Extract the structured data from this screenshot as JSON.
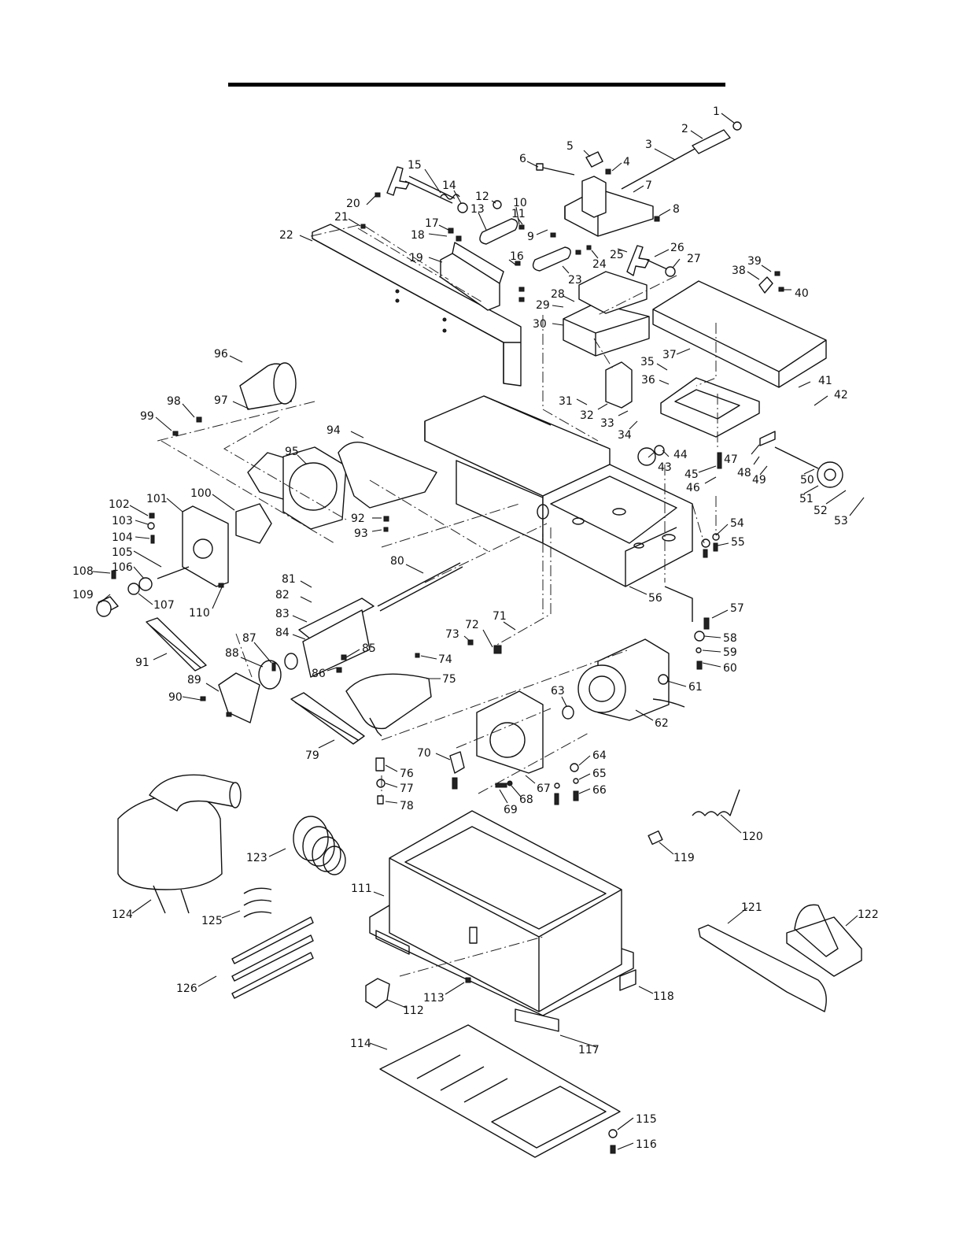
{
  "page": {
    "background": "#ffffff",
    "ink": "#111111"
  },
  "labels": [
    {
      "id": "1",
      "text": "1"
    },
    {
      "id": "2",
      "text": "2"
    },
    {
      "id": "3",
      "text": "3"
    },
    {
      "id": "4",
      "text": "4"
    },
    {
      "id": "5",
      "text": "5"
    },
    {
      "id": "6",
      "text": "6"
    },
    {
      "id": "7",
      "text": "7"
    },
    {
      "id": "8",
      "text": "8"
    },
    {
      "id": "9",
      "text": "9"
    },
    {
      "id": "10",
      "text": "10"
    },
    {
      "id": "11",
      "text": "11"
    },
    {
      "id": "12",
      "text": "12"
    },
    {
      "id": "13",
      "text": "13"
    },
    {
      "id": "14",
      "text": "14"
    },
    {
      "id": "15",
      "text": "15"
    },
    {
      "id": "16",
      "text": "16"
    },
    {
      "id": "17",
      "text": "17"
    },
    {
      "id": "18",
      "text": "18"
    },
    {
      "id": "19",
      "text": "19"
    },
    {
      "id": "20",
      "text": "20"
    },
    {
      "id": "21",
      "text": "21"
    },
    {
      "id": "22",
      "text": "22"
    },
    {
      "id": "23",
      "text": "23"
    },
    {
      "id": "24",
      "text": "24"
    },
    {
      "id": "25",
      "text": "25"
    },
    {
      "id": "26",
      "text": "26"
    },
    {
      "id": "27",
      "text": "27"
    },
    {
      "id": "28",
      "text": "28"
    },
    {
      "id": "29",
      "text": "29"
    },
    {
      "id": "30",
      "text": "30"
    },
    {
      "id": "31",
      "text": "31"
    },
    {
      "id": "32",
      "text": "32"
    },
    {
      "id": "33",
      "text": "33"
    },
    {
      "id": "34",
      "text": "34"
    },
    {
      "id": "35",
      "text": "35"
    },
    {
      "id": "36",
      "text": "36"
    },
    {
      "id": "37",
      "text": "37"
    },
    {
      "id": "38",
      "text": "38"
    },
    {
      "id": "39",
      "text": "39"
    },
    {
      "id": "40",
      "text": "40"
    },
    {
      "id": "41",
      "text": "41"
    },
    {
      "id": "42",
      "text": "42"
    },
    {
      "id": "43",
      "text": "43"
    },
    {
      "id": "44",
      "text": "44"
    },
    {
      "id": "45",
      "text": "45"
    },
    {
      "id": "46",
      "text": "46"
    },
    {
      "id": "47",
      "text": "47"
    },
    {
      "id": "48",
      "text": "48"
    },
    {
      "id": "49",
      "text": "49"
    },
    {
      "id": "50",
      "text": "50"
    },
    {
      "id": "51",
      "text": "51"
    },
    {
      "id": "52",
      "text": "52"
    },
    {
      "id": "53",
      "text": "53"
    },
    {
      "id": "54",
      "text": "54"
    },
    {
      "id": "55",
      "text": "55"
    },
    {
      "id": "56",
      "text": "56"
    },
    {
      "id": "57",
      "text": "57"
    },
    {
      "id": "58",
      "text": "58"
    },
    {
      "id": "59",
      "text": "59"
    },
    {
      "id": "60",
      "text": "60"
    },
    {
      "id": "61",
      "text": "61"
    },
    {
      "id": "62",
      "text": "62"
    },
    {
      "id": "63",
      "text": "63"
    },
    {
      "id": "64",
      "text": "64"
    },
    {
      "id": "65",
      "text": "65"
    },
    {
      "id": "66",
      "text": "66"
    },
    {
      "id": "67",
      "text": "67"
    },
    {
      "id": "68",
      "text": "68"
    },
    {
      "id": "69",
      "text": "69"
    },
    {
      "id": "70",
      "text": "70"
    },
    {
      "id": "71",
      "text": "71"
    },
    {
      "id": "72",
      "text": "72"
    },
    {
      "id": "73",
      "text": "73"
    },
    {
      "id": "74",
      "text": "74"
    },
    {
      "id": "75",
      "text": "75"
    },
    {
      "id": "76",
      "text": "76"
    },
    {
      "id": "77",
      "text": "77"
    },
    {
      "id": "78",
      "text": "78"
    },
    {
      "id": "79",
      "text": "79"
    },
    {
      "id": "80",
      "text": "80"
    },
    {
      "id": "81",
      "text": "81"
    },
    {
      "id": "82",
      "text": "82"
    },
    {
      "id": "83",
      "text": "83"
    },
    {
      "id": "84",
      "text": "84"
    },
    {
      "id": "85",
      "text": "85"
    },
    {
      "id": "86",
      "text": "86"
    },
    {
      "id": "87",
      "text": "87"
    },
    {
      "id": "88",
      "text": "88"
    },
    {
      "id": "89",
      "text": "89"
    },
    {
      "id": "90",
      "text": "90"
    },
    {
      "id": "91",
      "text": "91"
    },
    {
      "id": "92",
      "text": "92"
    },
    {
      "id": "93",
      "text": "93"
    },
    {
      "id": "94",
      "text": "94"
    },
    {
      "id": "95",
      "text": "95"
    },
    {
      "id": "96",
      "text": "96"
    },
    {
      "id": "97",
      "text": "97"
    },
    {
      "id": "98",
      "text": "98"
    },
    {
      "id": "99",
      "text": "99"
    },
    {
      "id": "100",
      "text": "100"
    },
    {
      "id": "101",
      "text": "101"
    },
    {
      "id": "102",
      "text": "102"
    },
    {
      "id": "103",
      "text": "103"
    },
    {
      "id": "104",
      "text": "104"
    },
    {
      "id": "105",
      "text": "105"
    },
    {
      "id": "106",
      "text": "106"
    },
    {
      "id": "107",
      "text": "107"
    },
    {
      "id": "108",
      "text": "108"
    },
    {
      "id": "109",
      "text": "109"
    },
    {
      "id": "110",
      "text": "110"
    },
    {
      "id": "111",
      "text": "111"
    },
    {
      "id": "112",
      "text": "112"
    },
    {
      "id": "113",
      "text": "113"
    },
    {
      "id": "114",
      "text": "114"
    },
    {
      "id": "115",
      "text": "115"
    },
    {
      "id": "116",
      "text": "116"
    },
    {
      "id": "117",
      "text": "117"
    },
    {
      "id": "118",
      "text": "118"
    },
    {
      "id": "119",
      "text": "119"
    },
    {
      "id": "120",
      "text": "120"
    },
    {
      "id": "121",
      "text": "121"
    },
    {
      "id": "122",
      "text": "122"
    },
    {
      "id": "123",
      "text": "123"
    },
    {
      "id": "124",
      "text": "124"
    },
    {
      "id": "125",
      "text": "125"
    },
    {
      "id": "126",
      "text": "126"
    }
  ]
}
